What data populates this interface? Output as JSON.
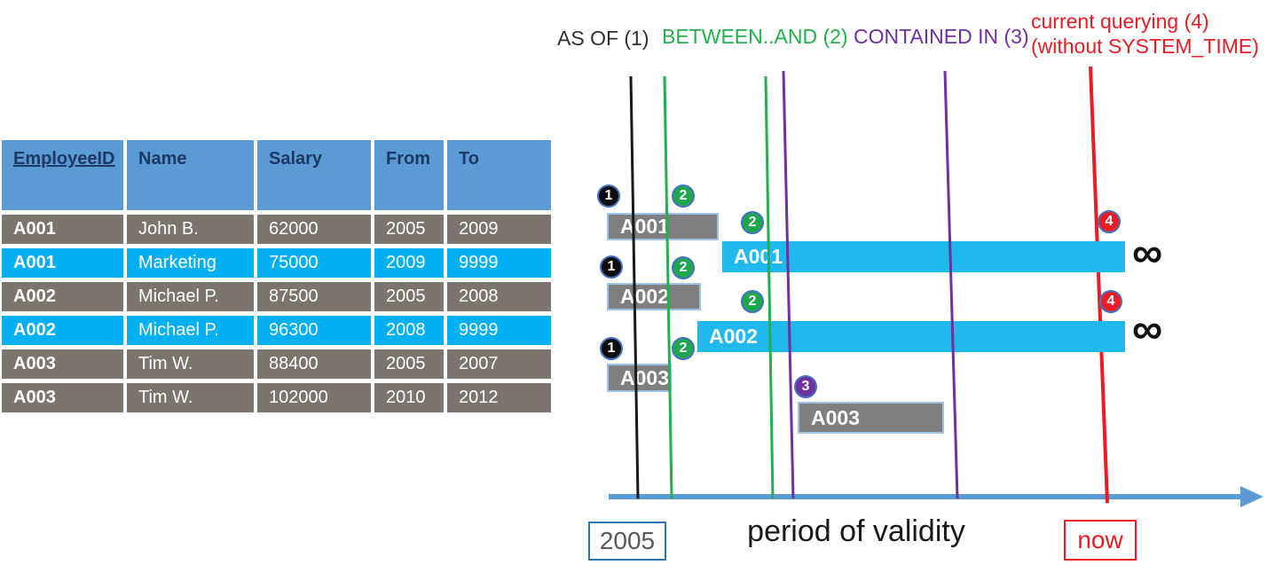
{
  "table": {
    "headers": [
      "EmployeeID",
      "Name",
      "Salary",
      "From",
      "To"
    ],
    "rows": [
      {
        "id": "A001",
        "name": "John B.",
        "salary": "62000",
        "from": "2005",
        "to": "2009"
      },
      {
        "id": "A001",
        "name": "Marketing",
        "salary": "75000",
        "from": "2009",
        "to": "9999"
      },
      {
        "id": "A002",
        "name": "Michael P.",
        "salary": "87500",
        "from": "2005",
        "to": "2008"
      },
      {
        "id": "A002",
        "name": "Michael P.",
        "salary": "96300",
        "from": "2008",
        "to": "9999"
      },
      {
        "id": "A003",
        "name": "Tim W.",
        "salary": "88400",
        "from": "2005",
        "to": "2007"
      },
      {
        "id": "A003",
        "name": "Tim W.",
        "salary": "102000",
        "from": "2010",
        "to": "2012"
      }
    ]
  },
  "legend": {
    "as_of": "AS OF (1)",
    "between": "BETWEEN..AND (2)",
    "contained": "CONTAINED IN (3)",
    "current_line1": "current querying (4)",
    "current_line2": "(without SYSTEM_TIME)"
  },
  "diagram": {
    "bars": [
      {
        "label": "A001",
        "type": "gray"
      },
      {
        "label": "A001",
        "type": "cyan"
      },
      {
        "label": "A002",
        "type": "gray"
      },
      {
        "label": "A002",
        "type": "cyan"
      },
      {
        "label": "A003",
        "type": "gray"
      },
      {
        "label": "A003",
        "type": "gray"
      }
    ],
    "circles": [
      {
        "n": "1"
      },
      {
        "n": "2"
      },
      {
        "n": "2"
      },
      {
        "n": "1"
      },
      {
        "n": "2"
      },
      {
        "n": "2"
      },
      {
        "n": "1"
      },
      {
        "n": "2"
      },
      {
        "n": "3"
      },
      {
        "n": "4"
      },
      {
        "n": "4"
      }
    ],
    "infinity": "∞",
    "start_year": "2005",
    "axis_title": "period of validity",
    "now_label": "now"
  },
  "colors": {
    "header_blue": "#5B9BD5",
    "header_text": "#1F3864",
    "row_gray": "#7B756E",
    "row_cyan": "#00B0F0",
    "bar_gray": "#7F7F7F",
    "bar_cyan": "#1FB9EE",
    "bar_border": "#9DC3E6",
    "green": "#22B14C",
    "purple": "#7030A0",
    "red": "#EC1C24",
    "black_line": "#1a1a1a",
    "axis_blue": "#5B9BD5",
    "circle_ring": "#4472C4"
  }
}
